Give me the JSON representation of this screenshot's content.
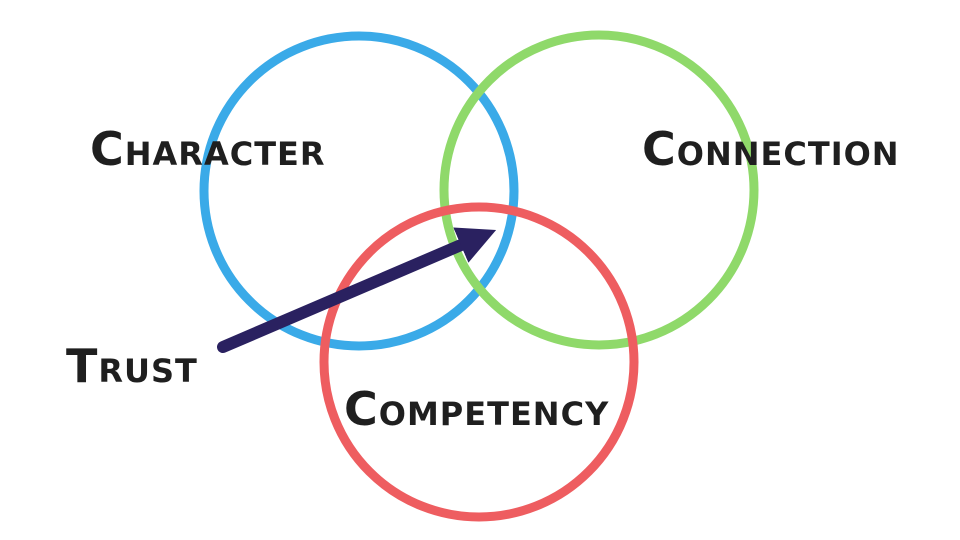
{
  "diagram": {
    "circles": [
      {
        "name": "character",
        "color": "#3aaae8"
      },
      {
        "name": "connection",
        "color": "#8fd96a"
      },
      {
        "name": "competency",
        "color": "#ee5d60"
      }
    ],
    "labels": {
      "character": "Character",
      "connection": "Connection",
      "competency": "Competency",
      "trust": "Trust"
    },
    "arrow_color": "#2a2160"
  }
}
